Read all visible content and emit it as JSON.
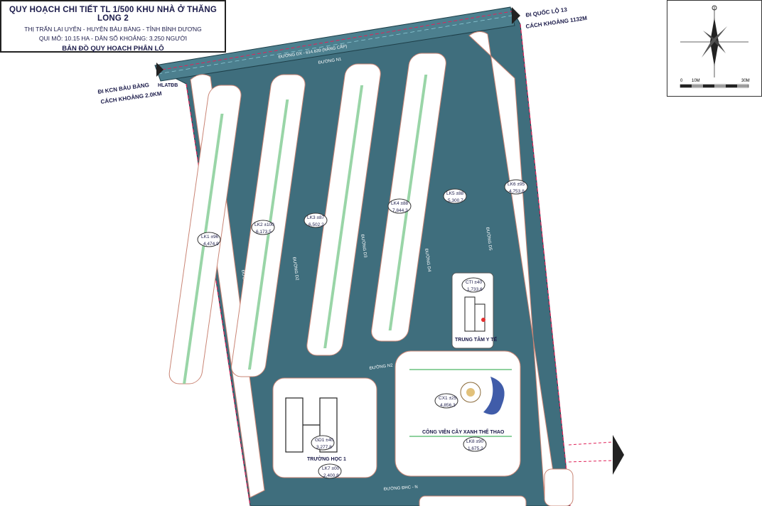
{
  "title": {
    "line1": "QUY HOẠCH CHI TIẾT TL 1/500 KHU NHÀ Ở THĂNG LONG 2",
    "line2": "THỊ TRẤN LAI UYÊN - HUYỆN BÀU BÀNG - TỈNH BÌNH DƯƠNG",
    "line3": "QUI MÔ: 10.15 HA - DÂN SỐ KHOẢNG: 3.250 NGƯỜI",
    "line4": "BẢN ĐỒ QUY HOẠCH PHÂN LÔ"
  },
  "compass": {
    "scale_start": "0",
    "scale_mid": "10M",
    "scale_end": "30M"
  },
  "annotations": {
    "direction_kcn_1": "ĐI KCN BÀU BÀNG",
    "direction_kcn_2": "CÁCH KHOẢNG 2.0KM",
    "direction_ql_1": "ĐI QUỐC LỘ 13",
    "direction_ql_2": "CÁCH KHOẢNG 1132M",
    "road_dx": "ĐƯỜNG DX - 614.639 (NÂNG CẤP)",
    "hlatob": "HLATĐB"
  },
  "roads": {
    "n1": "ĐƯỜNG N1",
    "n2": "ĐƯỜNG N2",
    "n4": "ĐƯỜNG ĐHC - N",
    "d1": "ĐƯỜNG D1",
    "d2": "ĐƯỜNG D2",
    "d3": "ĐƯỜNG D3",
    "d4": "ĐƯỜNG D4",
    "d5": "ĐƯỜNG D5"
  },
  "blocks": [
    {
      "code": "LK1 ±96",
      "area": "4,474.9"
    },
    {
      "code": "LK2 ±100",
      "area": "6,173.5"
    },
    {
      "code": "LK3 ±87",
      "area": "6,502.2"
    },
    {
      "code": "LK4 ±88",
      "area": "7,844.3"
    },
    {
      "code": "LK5 ±88",
      "area": "5,300.7"
    },
    {
      "code": "LK6 ±95",
      "area": "4,753.8"
    },
    {
      "code": "CTI ±40",
      "area": "1,733.6"
    },
    {
      "code": "CX1 ±25",
      "area": "4,856.3"
    },
    {
      "code": "GD1 ±40",
      "area": "3,277.8"
    },
    {
      "code": "LK7 ±00",
      "area": "2,400.8"
    },
    {
      "code": "LK8 ±90",
      "area": "1,675.2"
    }
  ],
  "facilities": {
    "health": "TRUNG TÂM Y TẾ",
    "school": "TRƯỜNG HỌC 1",
    "park": "CÔNG VIÊN CÂY XANH THỂ THAO"
  },
  "colors": {
    "road": "#3f6e7d",
    "lot_fill": "#ffffff",
    "lot_edge": "#c98474",
    "green": "#8fd19e",
    "water": "#1f3f9a",
    "boundary": "#e0245a"
  }
}
